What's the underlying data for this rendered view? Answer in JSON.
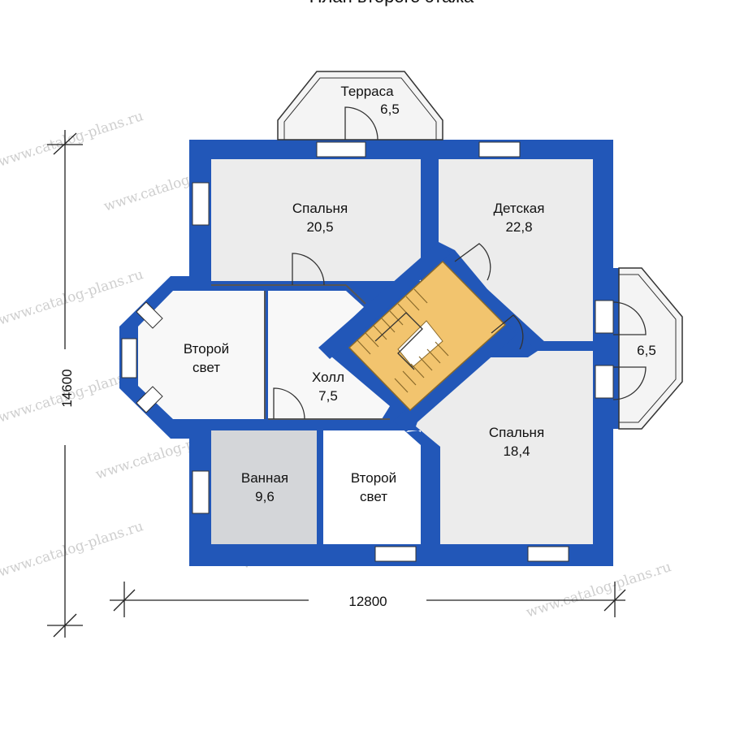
{
  "plan": {
    "title": "План второго этажа",
    "rooms": [
      {
        "name": "Терраса",
        "area": "6,5"
      },
      {
        "name": "Спальня",
        "area": "20,5"
      },
      {
        "name": "Детская",
        "area": "22,8"
      },
      {
        "name": "Второй",
        "area": "свет"
      },
      {
        "name": "Холл",
        "area": "7,5"
      },
      {
        "name": "Спальня",
        "area": "18,4"
      },
      {
        "name": "Ванная",
        "area": "9,6"
      },
      {
        "name": "Второй",
        "area": "свет"
      },
      {
        "name": "",
        "area": "6,5"
      }
    ],
    "dimensions": {
      "width": "12800",
      "height": "14600"
    },
    "watermark": "www.catalog-plans.ru",
    "colors": {
      "wall": "#2257b8",
      "floor": "#ececec",
      "stair": "#f2c46e",
      "bath": "#d4d6d9"
    }
  }
}
